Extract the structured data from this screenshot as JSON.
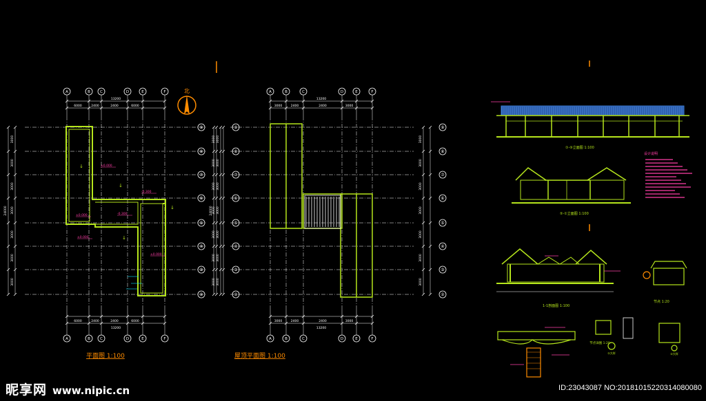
{
  "plan1": {
    "title": "平面图   1:100",
    "cols": [
      "A",
      "B",
      "C",
      "D",
      "E",
      "F"
    ],
    "rows": [
      "⑨",
      "⑧",
      "⑦",
      "⑥",
      "⑤",
      "④",
      "③",
      "②",
      "①"
    ],
    "top_dims": [
      "6000",
      "2400",
      "2400",
      "6000"
    ],
    "top_total": "13200",
    "left_dims": [
      "3000",
      "3000",
      "3000",
      "3000",
      "3000",
      "3000",
      "3000",
      "3000"
    ],
    "left_total": "24000",
    "elev_labels": [
      "±0.000",
      "-0.300",
      "±0.000",
      "-0.300",
      "±0.000"
    ]
  },
  "plan2": {
    "title": "屋顶平面图   1:100",
    "cols": [
      "A",
      "B",
      "C",
      "D",
      "E",
      "F"
    ],
    "rows": [
      "⑨",
      "⑧",
      "⑦",
      "⑥",
      "⑤",
      "④",
      "③",
      "②",
      "①"
    ],
    "top_dims": [
      "3000",
      "2400",
      "2400",
      "3000"
    ],
    "top_total": "13200",
    "left_total": "24000"
  },
  "notes_title": "设计说明",
  "detail_labels": [
    "①-⑨立面图 1:100",
    "⑤-①立面图 1:100",
    "1-1剖面图 1:100",
    "节点详图 1:20",
    "①大样",
    "②大样"
  ],
  "watermark": {
    "logo": "昵享网",
    "url": "www.nipic.cn",
    "id": "ID:23043087 NO:20181015220314080080"
  },
  "colors": {
    "bg": "#000000",
    "grid": "#ffffff",
    "wall": "#b6e61c",
    "dim": "#ffffff",
    "accent": "#ff3fa8",
    "title": "#ff8c00",
    "roof": "#3a7bd5",
    "cyan": "#00e5ff"
  }
}
